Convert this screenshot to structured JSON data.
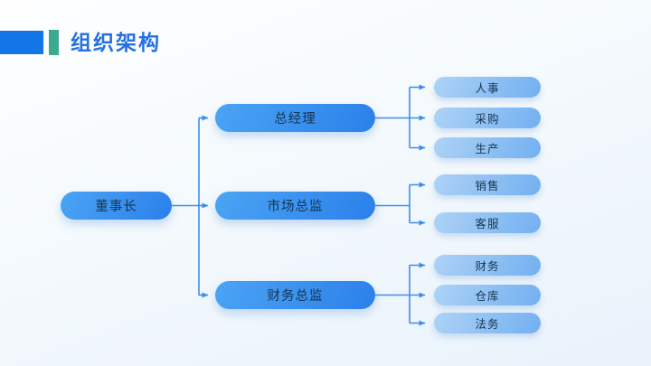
{
  "slide": {
    "title": "组织架构"
  },
  "colors": {
    "header_rect": "#1276e8",
    "header_bar": "#3bab8d",
    "title_text": "#2470e5",
    "connector": "#3e8ee9",
    "node_large_gradient_start": "#4ba4f4",
    "node_large_gradient_end": "#2b80ea",
    "node_small_gradient_start": "#aed3f6",
    "node_small_gradient_end": "#72b0f1",
    "node_text": "#16344e"
  },
  "org_chart": {
    "root": {
      "label": "董事长"
    },
    "level2": [
      {
        "label": "总经理"
      },
      {
        "label": "市场总监"
      },
      {
        "label": "财务总监"
      }
    ],
    "level3_groups": [
      {
        "parent": "总经理",
        "children": [
          "人事",
          "采购",
          "生产"
        ]
      },
      {
        "parent": "市场总监",
        "children": [
          "销售",
          "客服"
        ]
      },
      {
        "parent": "财务总监",
        "children": [
          "财务",
          "仓库",
          "法务"
        ]
      }
    ]
  }
}
